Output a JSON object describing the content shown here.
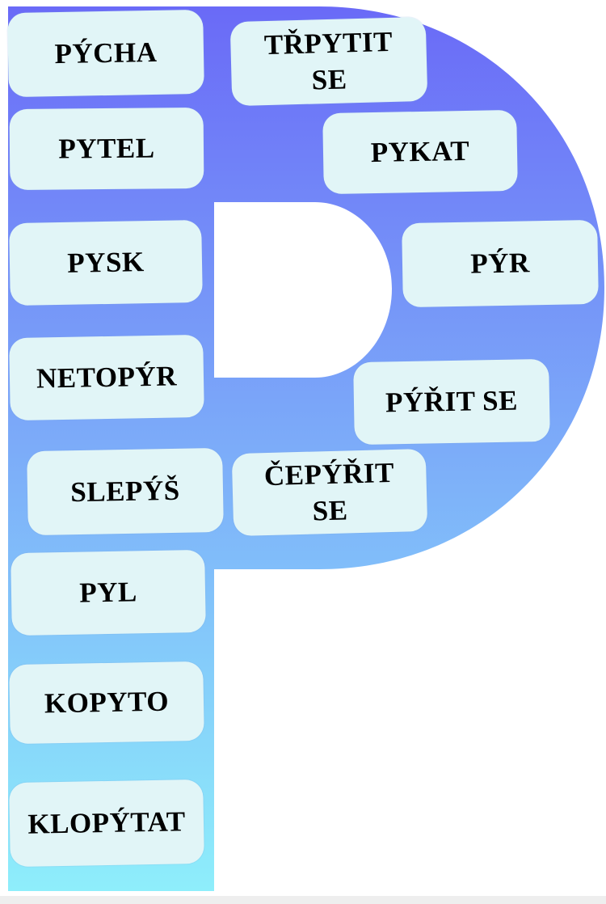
{
  "colors": {
    "gradient_top": "#6a6af7",
    "gradient_bottom": "#8eeefb",
    "card_fill": "#e1f5f7",
    "text": "#000000",
    "background": "#ffffff"
  },
  "words": {
    "w01": "PÝCHA",
    "w02": "TŘPYTIT",
    "w02b": "SE",
    "w03": "PYTEL",
    "w04": "PYKAT",
    "w05": "PYSK",
    "w06": "PÝR",
    "w07": "NETOPÝR",
    "w08": "PÝŘIT SE",
    "w09": "SLEPÝŠ",
    "w10": "ČEPÝŘIT",
    "w10b": "SE",
    "w11": "PYL",
    "w12": "KOPYTO",
    "w13": "KLOPÝTAT"
  }
}
